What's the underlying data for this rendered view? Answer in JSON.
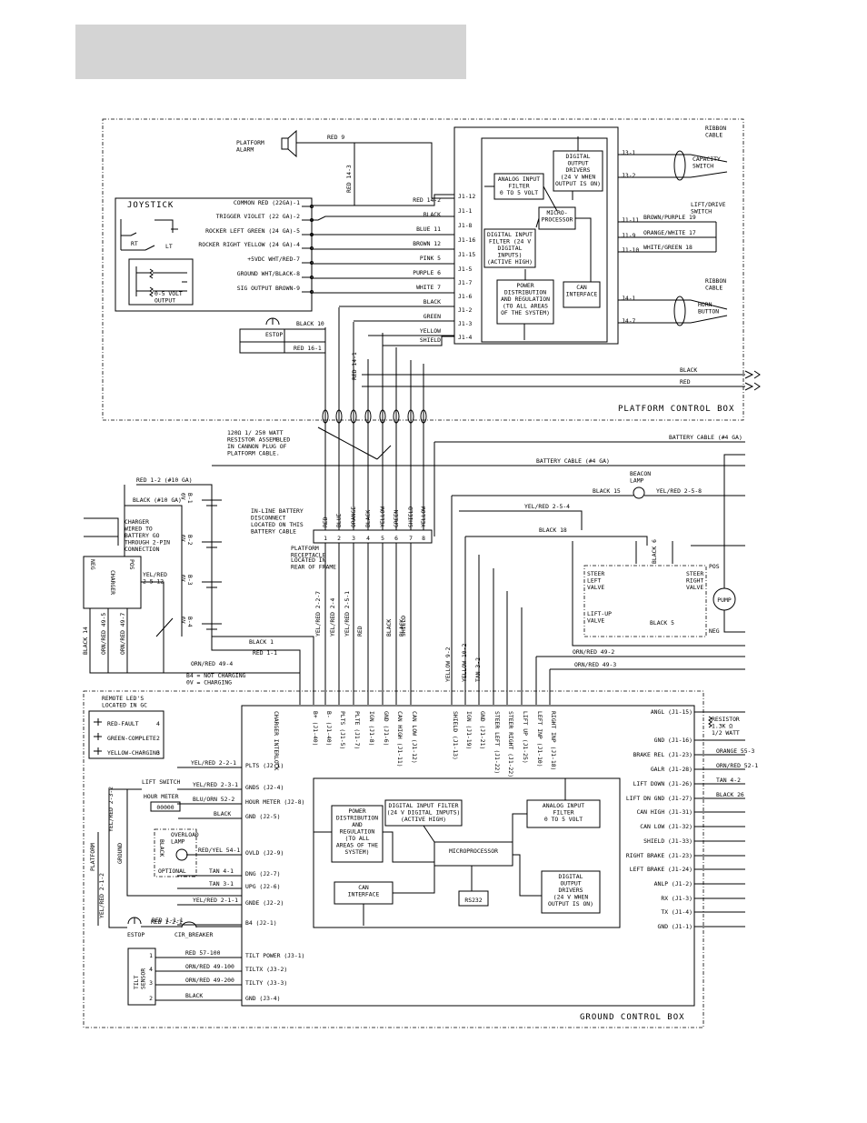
{
  "platform": {
    "box_title": "PLATFORM CONTROL BOX",
    "alarm": "PLATFORM\nALARM",
    "joystick_title": "JOYSTICK",
    "estop": "ESTOP",
    "rt": "RT",
    "lt": "LT",
    "zero_five_output": "0-5 VOLT\nOUTPUT",
    "joystick_pins": [
      "COMMON RED (22GA)-1",
      "TRIGGER VIOLET (22 GA)-2",
      "ROCKER LEFT GREEN (24 GA)-5",
      "ROCKER RIGHT YELLOW (24 GA)-4",
      "+5VDC WHT/RED-7",
      "GROUND WHT/BLACK-8",
      "SIG OUTPUT BROWN-9"
    ],
    "harness_wires": [
      "RED 14-2",
      "BLACK",
      "BLUE 11",
      "BROWN 12",
      "PINK 5",
      "PURPLE 6",
      "WHITE 7",
      "BLACK",
      "GREEN",
      "YELLOW",
      "SHIELD"
    ],
    "harness_pins": [
      "J1-12",
      "J1-1",
      "J1-8",
      "J1-16",
      "J1-15",
      "J1-5",
      "J1-7",
      "J1-6",
      "J1-2",
      "J1-3",
      "J1-4"
    ],
    "alarm_wires": [
      "RED 9",
      "RED 14-3"
    ],
    "estop_wires": [
      "BLACK 10",
      "RED 16-1",
      "RED 14-1"
    ],
    "control_blocks": [
      "ANALOG INPUT\nFILTER\n0 TO 5 VOLT",
      "DIGITAL\nOUTPUT\nDRIVERS\n(24 V WHEN\nOUTPUT IS ON)",
      "MICRO-\nPROCESSOR",
      "DIGITAL INPUT\nFILTER (24 V\nDIGITAL\nINPUTS)\n(ACTIVE HIGH)",
      "POWER\nDISTRIBUTION\nAND REGULATION\n(TO ALL AREAS\nOF THE SYSTEM)",
      "CAN\nINTERFACE"
    ],
    "right_pins": [
      "J3-1",
      "J3-2",
      "J1-11",
      "J1-9",
      "J1-10",
      "J4-1",
      "J4-7"
    ],
    "right_wires": [
      "BROWN/PURPLE 19",
      "ORANGE/WHITE 17",
      "WHITE/GREEN 18"
    ],
    "ribbon_cable": "RIBBON\nCABLE",
    "capacity_switch": "CAPACITY\nSWITCH",
    "lift_drive_switch": "LIFT/DRIVE\nSWITCH",
    "horn_button": "HORN\nBUTTON",
    "exit_wires": [
      "BLACK",
      "RED"
    ]
  },
  "cable": {
    "resistor_note": "120Ω 1/ 250 WATT\nRESISTOR ASSEMBLED\nIN CANNON PLUG OF\nPLATFORM CABLE.",
    "battery_cable_upper": "BATTERY CABLE (#4 GA)",
    "battery_cable_lower": "BATTERY CABLE (#4 GA)",
    "plug_colors": [
      "RED",
      "BLUE",
      "ORANGE",
      "BLACK",
      "YELLOW",
      "GREEN",
      "SHIELD",
      "YELLOW"
    ],
    "plug_pins": [
      "1",
      "2",
      "3",
      "4",
      "5",
      "6",
      "7",
      "8"
    ],
    "plug_label": "PLATFORM\nRECEPTACLE",
    "plug_location": "LOCATED IN\nREAR OF FRAME",
    "down_wires": [
      "YEL/RED 2-2-7",
      "YEL/RED 2-4",
      "YEL/RED 2-5-1",
      "RED",
      "BLACK",
      "BLACK",
      "SHIELD"
    ]
  },
  "battery": {
    "red_1_2": "RED 1-2 (#10 GA)",
    "black_10": "BLACK (#10 GA)",
    "charger_note": "CHARGER\nWIRED TO\nBATTERY GO\nTHROUGH 2-PIN\nCONNECTION",
    "disconnect_note": "IN-LINE BATTERY\nDISCONNECT\nLOCATED ON THIS\nBATTERY CABLE",
    "cells": [
      "B-1\n6V",
      "B-2\n6V",
      "B-3\n6V",
      "B-4\n6V"
    ],
    "charger_pos": "POS",
    "charger_neg": "NEG",
    "charger_title": "CHARGER",
    "charger_wire": "YEL/RED\n2-5-12",
    "black_1": "BLACK 1",
    "red_1_1": "RED 1-1",
    "orn_red_49_4": "ORN/RED 49-4",
    "charging_note": "B4 = NOT CHARGING\n0V = CHARGING",
    "side_wires": [
      "BLACK 14",
      "ORN/RED 49-5",
      "ORN/RED 49-7"
    ]
  },
  "hydraulics": {
    "beacon": "BEACON\nLAMP",
    "black_15": "BLACK 15",
    "yel_red_258": "YEL/RED 2-5-8",
    "yel_red_254": "YEL/RED 2-5-4",
    "black_18": "BLACK 18",
    "steer_left": "STEER\nLEFT\nVALVE",
    "steer_right": "STEER\nRIGHT\nVALVE",
    "lift_up": "LIFT-UP\nVALVE",
    "black_6": "BLACK 6",
    "black_5": "BLACK 5",
    "pump": "PUMP",
    "pos": "POS",
    "neg": "NEG",
    "ground_wires": [
      "YELLOW 9-2",
      "YELLOW 10-2",
      "TAN 3-2"
    ],
    "orn_red_49_2": "ORN/RED 49-2",
    "orn_red_49_3": "ORN/RED 49-3"
  },
  "ground": {
    "box_title": "GROUND CONTROL BOX",
    "remote_leds": "REMOTE LED'S\nLOCATED IN GC",
    "leds": [
      "RED-FAULT",
      "GREEN-COMPLETE",
      "YELLOW-CHARGING"
    ],
    "led_pins": [
      "4",
      "2",
      "3"
    ],
    "top_pins": [
      "CHARGER\nINTERLOCK",
      "B+ (J1-40)",
      "B- (J1-40)",
      "PLTS (J1-5)",
      "PLTE (J1-7)",
      "IGN (J1-8)",
      "GND (J1-6)",
      "CAN HIGH (J1-11)",
      "CAN LOW (J1-12)",
      "SHIELD (J1-13)",
      "IGN (J1-19)",
      "GND (J1-21)",
      "STEER LEFT (J1-22)",
      "STEER RIGHT (J1-22)",
      "LIFT UP (J1-25)",
      "LEFT INP (J1-10)",
      "RIGHT INP (J1-18)"
    ],
    "left_pins": [
      "PLTS (J2-1)",
      "GNDS (J2-4)",
      "HOUR METER (J2-8)",
      "GND (J2-5)",
      "OVLD (J2-9)",
      "DNG (J2-7)",
      "UPG (J2-6)",
      "GNDE (J2-2)",
      "B4 (J2-1)"
    ],
    "left_wires": [
      "YEL/RED 2-2-1",
      "YEL/RED 2-3-1",
      "BLU/ORN 52-2",
      "BLACK",
      "RED/YEL 54-1",
      "TAN 4-1",
      "TAN 3-1",
      "YEL/RED 2-1-1",
      "RED 1-1-1"
    ],
    "right_pins": [
      "ANGL (J1-15)",
      "GND (J1-16)",
      "BRAKE REL (J1-23)",
      "GALR (J1-28)",
      "LIFT DOWN (J1-26)",
      "LIFT DN GND (J1-27)",
      "CAN HIGH (J1-31)",
      "CAN LOW (J1-32)",
      "SHIELD (J1-33)",
      "RIGHT BRAKE (J1-23)",
      "LEFT BRAKE (J1-24)",
      "ANLP (J1-2)",
      "RX (J1-3)",
      "TX (J1-4)",
      "GND (J1-1)"
    ],
    "right_wires": [
      "ORANGE 55-3",
      "ORN/RED 52-1",
      "TAN 4-2",
      "BLACK 26"
    ],
    "resistor": "RESISTOR\n1.3K Ω\n1/2 WATT",
    "tilt_pins": [
      "TILT POWER (J3-1)",
      "TILTX (J3-2)",
      "TILTY (J3-3)",
      "GND (J3-4)"
    ],
    "tilt_wires": [
      "RED 57-100",
      "ORN/RED 49-100",
      "ORN/RED 49-200",
      "BLACK"
    ],
    "tilt_sensor": "TILT\nSENSOR",
    "tilt_nums": [
      "1",
      "4",
      "3",
      "2"
    ],
    "lift_switch": "LIFT SWITCH",
    "hour_meter": "HOUR METER",
    "hour_meter_display": "00000",
    "overload": "OVERLOAD\nLAMP",
    "optional": "OPTIONAL",
    "black_label": "BLACK",
    "platform": "PLATFORM",
    "ground_label": "GROUND",
    "yel_red_232": "YEL/RED 2-3-2",
    "yel_red_212": "YEL/RED 2-1-2",
    "estop": "ESTOP",
    "cir_breaker": "CIR_BREAKER",
    "red_1_2_1": "RED 1-2-1",
    "blocks": [
      "POWER\nDISTRIBUTION\nAND\nREGULATION\n(TO ALL\nAREAS OF THE\nSYSTEM)",
      "DIGITAL INPUT FILTER\n(24 V DIGITAL INPUTS)\n(ACTIVE HIGH)",
      "ANALOG INPUT\nFILTER\n0 TO 5 VOLT",
      "MICROPROCESSOR",
      "CAN\nINTERFACE",
      "RS232",
      "DIGITAL\nOUTPUT\nDRIVERS\n(24 V WHEN\nOUTPUT IS ON)"
    ]
  }
}
